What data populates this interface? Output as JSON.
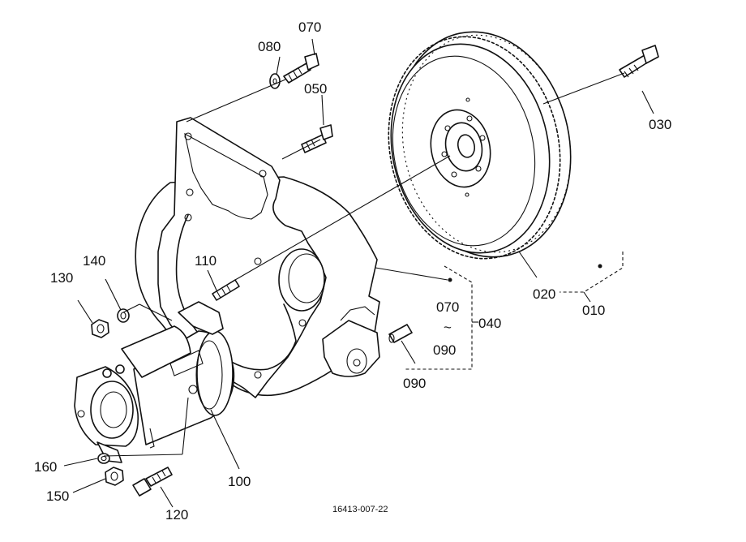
{
  "labels": {
    "p010": "010",
    "p020": "020",
    "p030": "030",
    "p040": "040",
    "p050": "050",
    "p070": "070",
    "p080": "080",
    "p090": "090",
    "p100": "100",
    "p110": "110",
    "p120": "120",
    "p130": "130",
    "p140": "140",
    "p150": "150",
    "p160": "160",
    "range_start": "070",
    "range_tilde": "~",
    "range_end": "090"
  },
  "drawing_number": "16413-007-22"
}
